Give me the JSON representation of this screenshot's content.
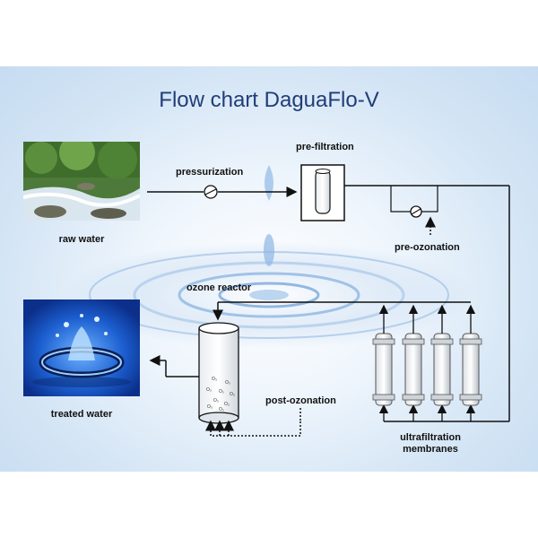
{
  "title": "Flow chart DaguaFlo-V",
  "labels": {
    "raw_water": "raw water",
    "pressurization": "pressurization",
    "pre_filtration": "pre-filtration",
    "pre_ozonation": "pre-ozonation",
    "ozone_reactor": "ozone reactor",
    "post_ozonation": "post-ozonation",
    "treated_water": "treated water",
    "ultrafiltration_line1": "ultrafiltration",
    "ultrafiltration_line2": "membranes"
  },
  "reactor_bubble_text": "O₃",
  "colors": {
    "title": "#1f3d78",
    "line": "#111111",
    "water_blue": "#2a6fd0"
  }
}
